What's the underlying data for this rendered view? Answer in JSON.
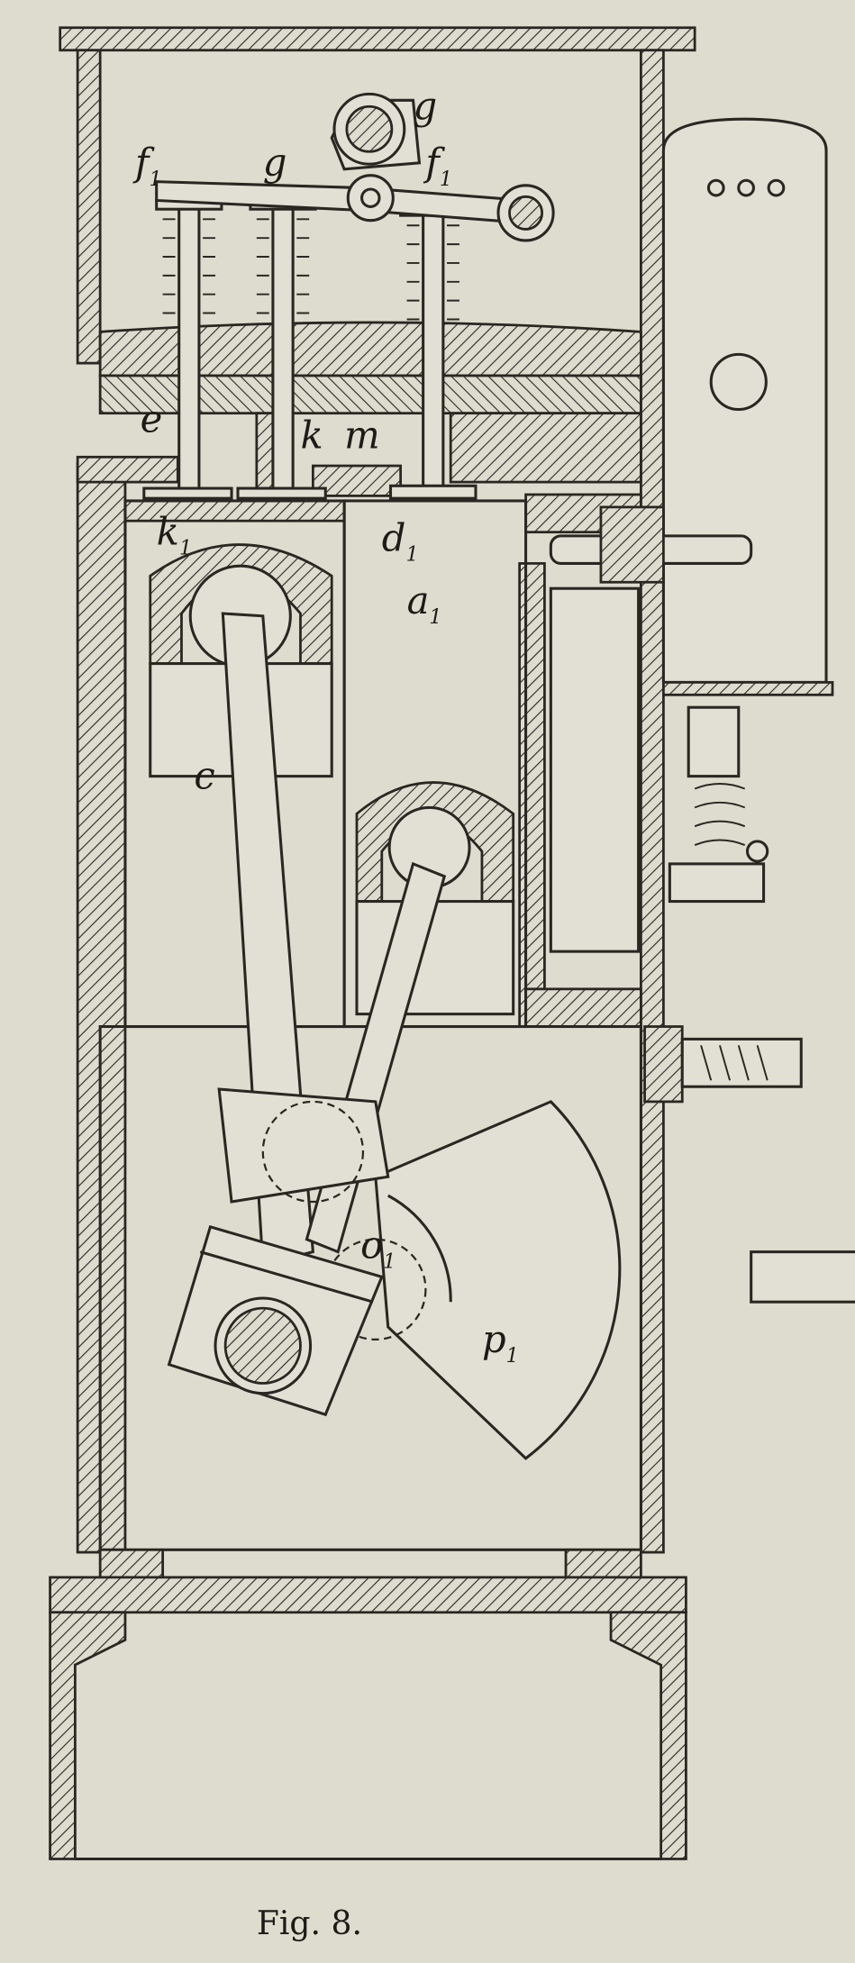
{
  "figure": {
    "caption": "Fig. 8.",
    "labels": {
      "f_left": "f",
      "g_left": "g",
      "g_right": "g",
      "f_right": "f",
      "e": "e",
      "k": "k",
      "m": "m",
      "k1": "k",
      "d1": "d",
      "a1": "a",
      "c": "c",
      "o1": "o",
      "p1": "p",
      "subscript": "1"
    }
  },
  "colors": {
    "paper": "#dedbcf",
    "ink": "#2a2722"
  }
}
